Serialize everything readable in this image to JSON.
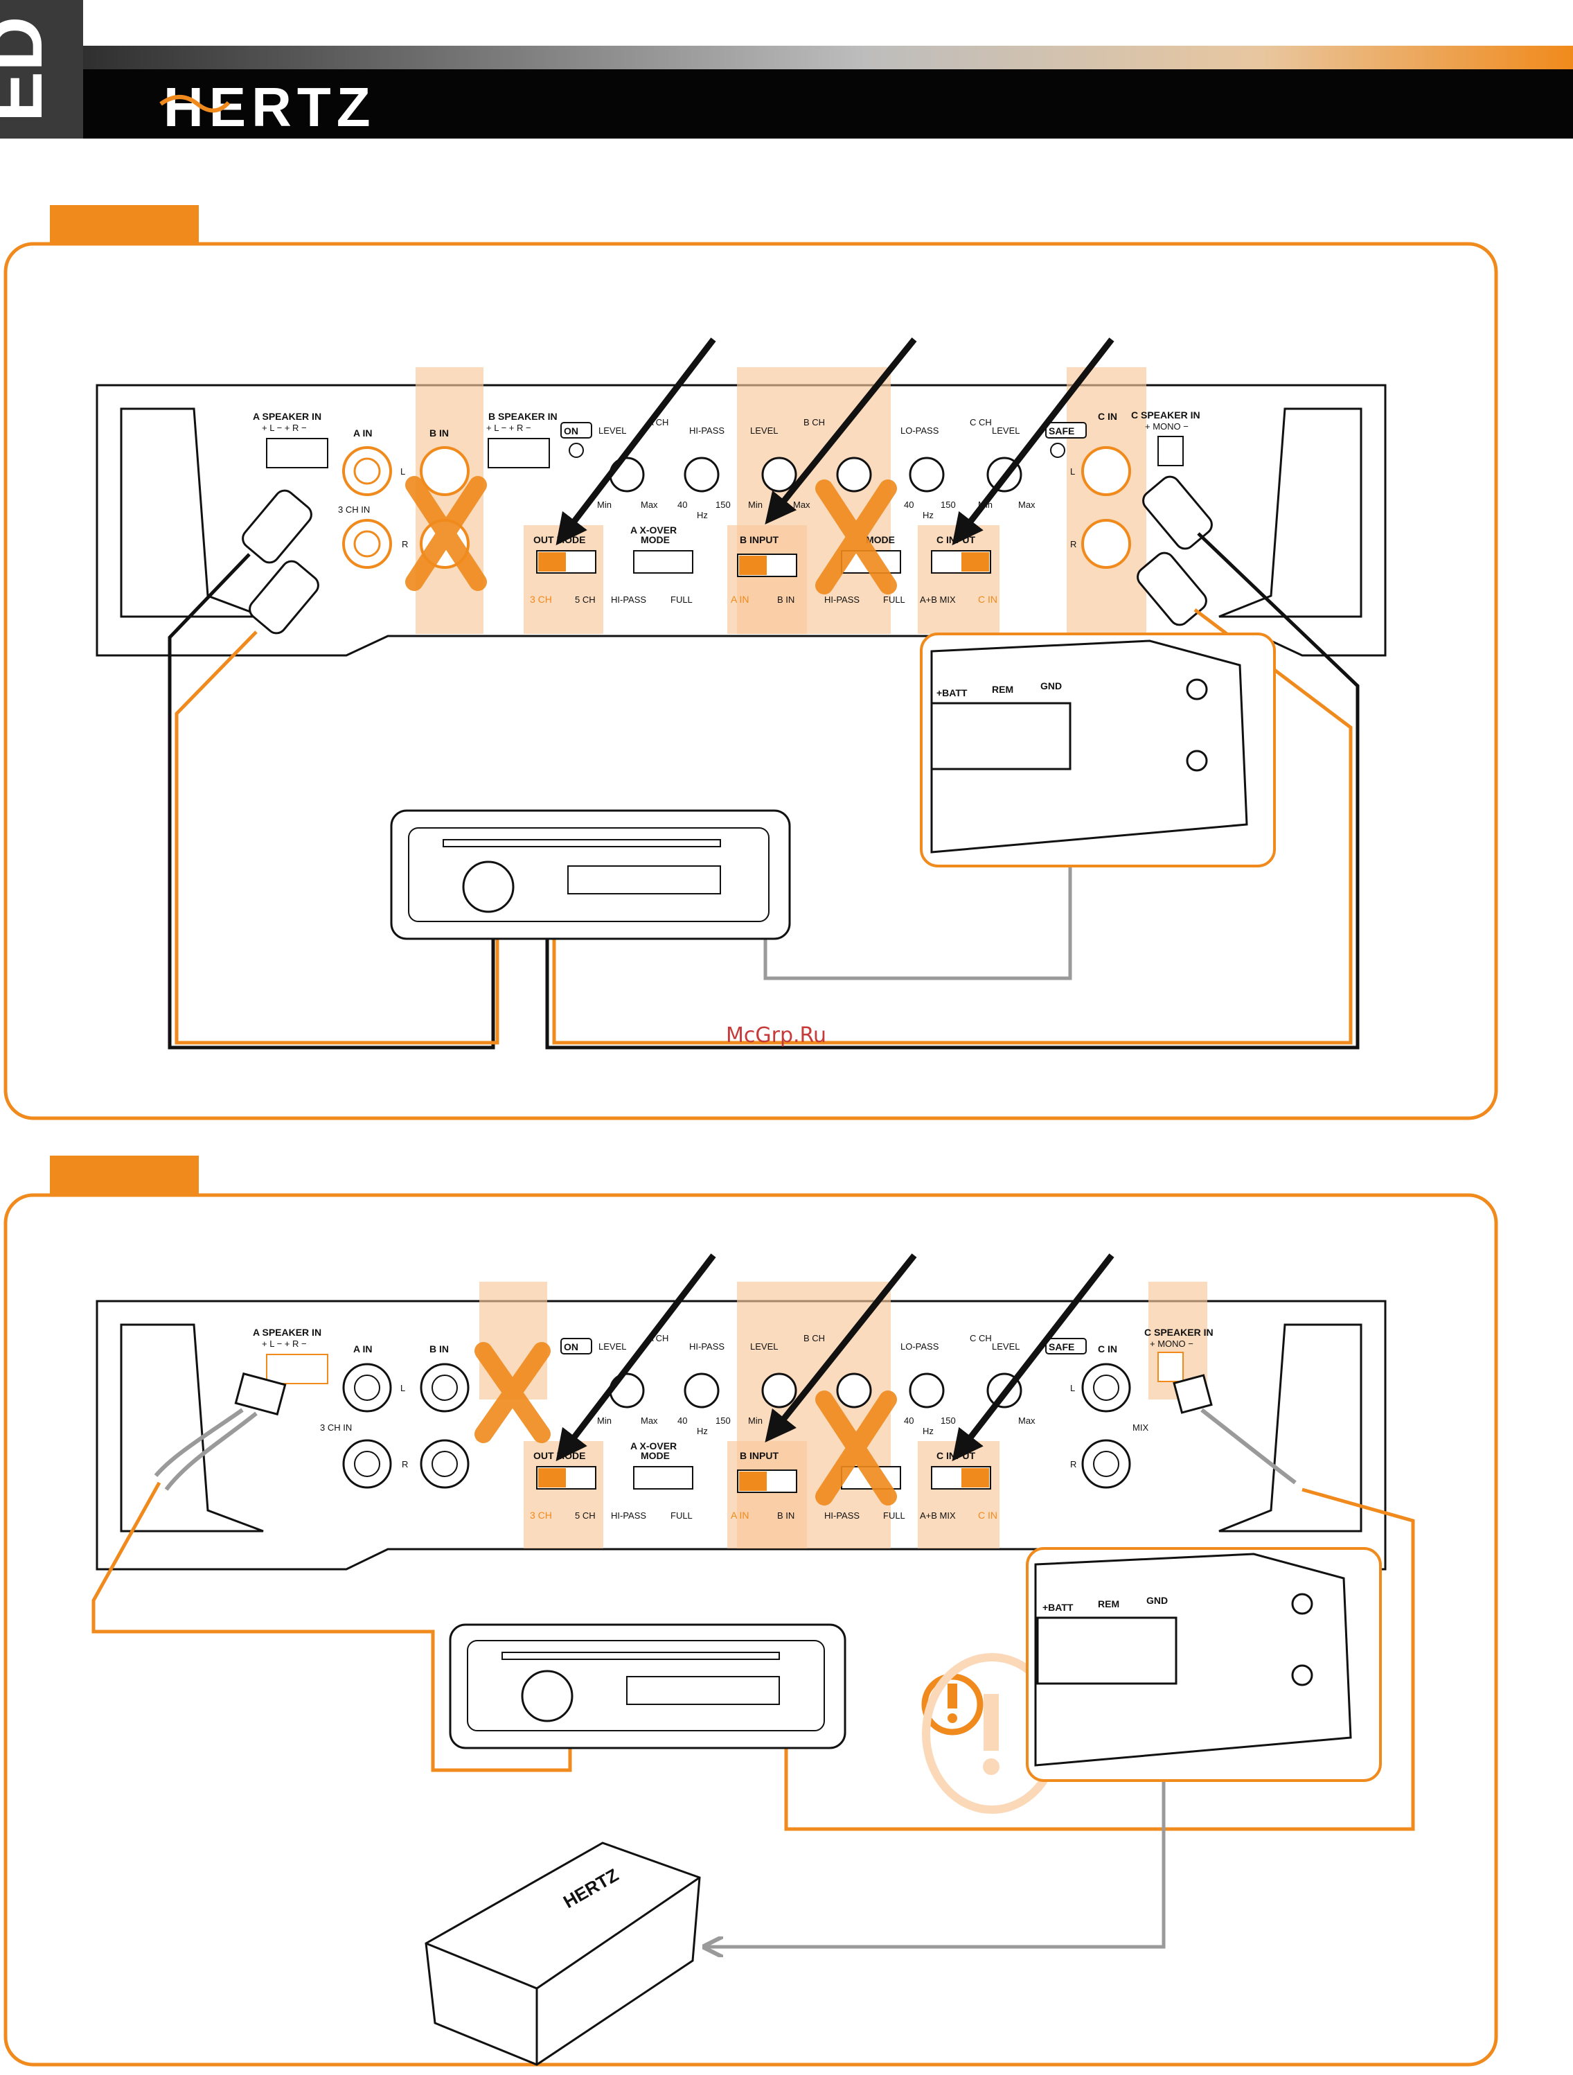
{
  "header": {
    "brand": "HERTZ",
    "side_mark": "ED"
  },
  "watermark": "McGrp.Ru",
  "panel_labels": {
    "a_speaker_in": "A SPEAKER IN",
    "a_speaker_pins": "+ L −  + R −",
    "a_in": "A IN",
    "b_in": "B IN",
    "b_speaker_in": "B SPEAKER IN",
    "b_speaker_pins": "+ L −  + R −",
    "three_ch_in": "3 CH IN",
    "on": "ON",
    "level": "LEVEL",
    "hi_pass": "HI-PASS",
    "lo_pass": "LO-PASS",
    "a_ch": "A CH",
    "b_ch": "B CH",
    "c_ch": "C CH",
    "safe": "SAFE",
    "c_in": "C IN",
    "c_speaker_in": "C SPEAKER IN",
    "mono_pins": "+ MONO −",
    "min": "Min",
    "max": "Max",
    "f40": "40",
    "f150": "150",
    "hz": "Hz",
    "out_mode": "OUT MODE",
    "three_ch": "3 CH",
    "five_ch": "5 CH",
    "a_xover_mode_1": "A X-OVER",
    "a_xover_mode_2": "MODE",
    "b_xover_mode_2": "MODE",
    "hi_pass_sw": "HI-PASS",
    "full": "FULL",
    "b_input": "B INPUT",
    "a_in_sw": "A IN",
    "b_in_sw": "B IN",
    "c_input": "C INPUT",
    "ab_mix": "A+B MIX",
    "c_in_sw": "C IN",
    "l": "L",
    "r": "R",
    "mix": "MIX"
  },
  "power_terminal": {
    "batt": "+BATT",
    "rem": "REM",
    "gnd": "GND"
  },
  "slave_amp_logo": "HERTZ",
  "colors": {
    "orange": "#f08a1c",
    "orange_light": "#f9c79a",
    "orange_pale": "#fbd9b8",
    "black": "#111111",
    "gray": "#9a9a9a"
  }
}
